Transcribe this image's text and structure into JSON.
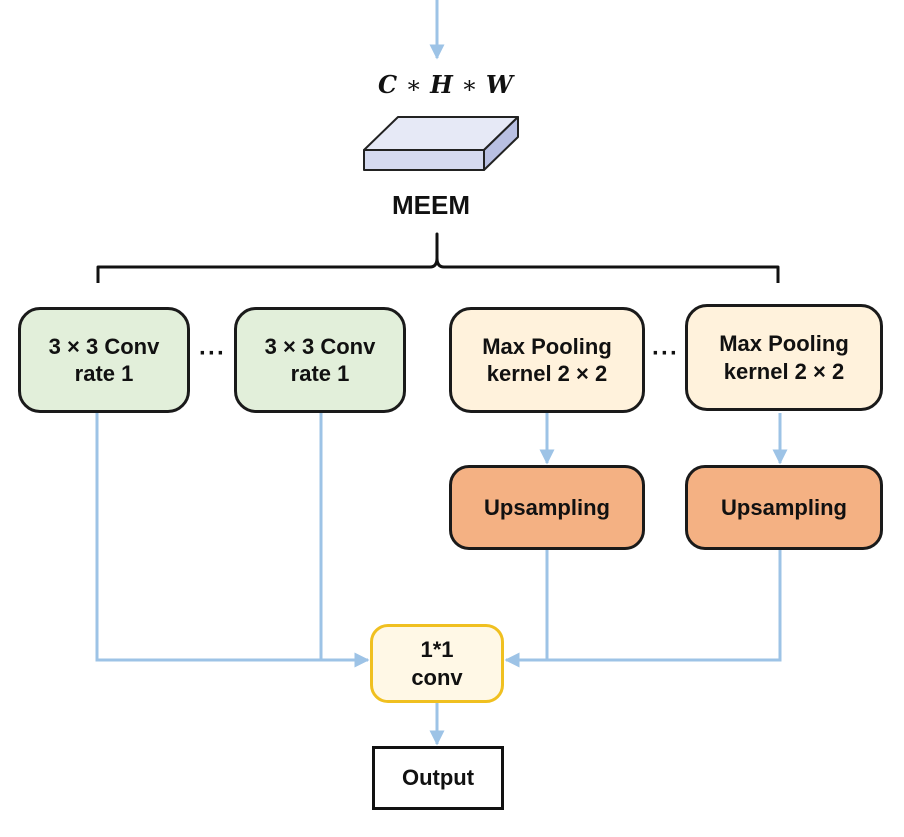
{
  "input_shape": {
    "c": "C",
    "h": "H",
    "w": "W",
    "operator": "∗"
  },
  "module_label": "MEEM",
  "branches": {
    "conv_1": {
      "label": "3 × 3 Conv\nrate 1"
    },
    "conv_2": {
      "label": "3 × 3 Conv\nrate 1"
    },
    "pool_1": {
      "label": "Max Pooling\nkernel 2 × 2"
    },
    "pool_2": {
      "label": "Max Pooling\nkernel 2 × 2"
    },
    "upsample_1": {
      "label": "Upsampling"
    },
    "upsample_2": {
      "label": "Upsampling"
    },
    "ellipsis": "···"
  },
  "fusion": {
    "label": "1*1\nconv"
  },
  "output": {
    "label": "Output"
  },
  "colors": {
    "conv_fill": "#e2efda",
    "pool_fill": "#fff2dc",
    "upsample_fill": "#f4b183",
    "fusion_fill": "#fff8e6",
    "fusion_border": "#f0c020",
    "arrow": "#9dc3e6",
    "tensor_top": "#e6e9f6",
    "tensor_front": "#d5daf0",
    "tensor_side": "#b9c0e2"
  }
}
